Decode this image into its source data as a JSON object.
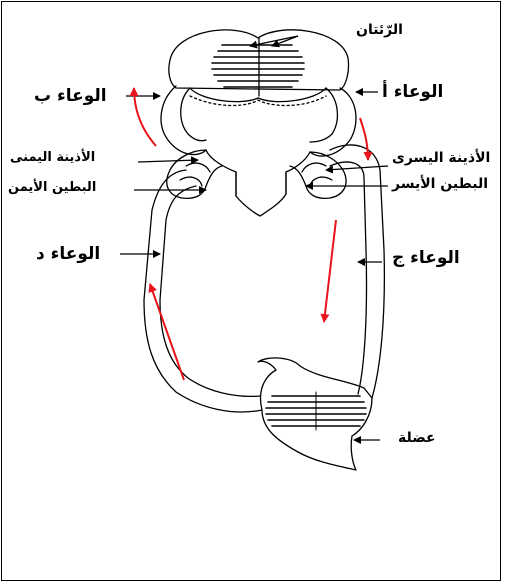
{
  "labels": {
    "lungs": "الرّئتان",
    "vessel_a": "الوعاء أ",
    "vessel_b": "الوعاء ب",
    "vessel_c": "الوعاء ج",
    "vessel_d": "الوعاء د",
    "left_atrium": "الأذينة اليسرى",
    "left_ventricle": "البطين الأيسر",
    "right_atrium": "الأذينة اليمنى",
    "right_ventricle": "البطين الأيمن",
    "muscle": "عضلة"
  },
  "colors": {
    "line": "#000000",
    "flow_arrow": "#e8131b",
    "background": "#ffffff"
  }
}
